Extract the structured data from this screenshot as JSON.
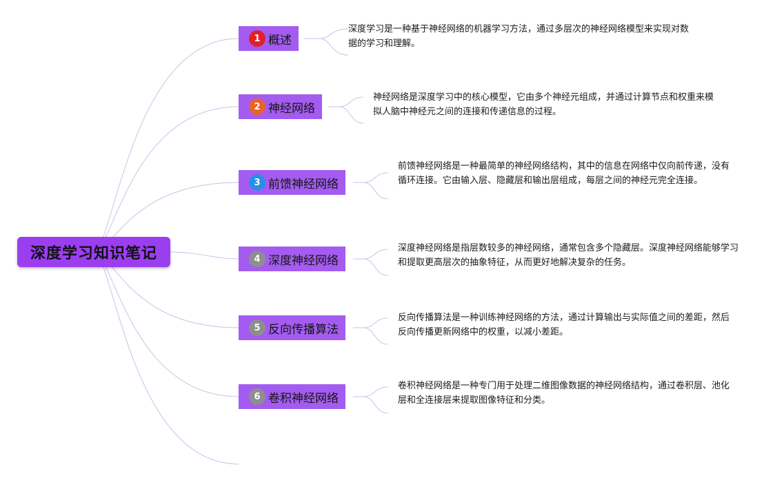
{
  "root": {
    "title": "深度学习知识笔记",
    "color": "#9b3ef0"
  },
  "connector_color": "#c9c2e6",
  "branches": [
    {
      "number": "1",
      "badge_color": "#e0202b",
      "label": "概述",
      "description": "深度学习是一种基于神经网络的机器学习方法，通过多层次的神经网络模型来实现对数据的学习和理解。"
    },
    {
      "number": "2",
      "badge_color": "#e8632a",
      "label": "神经网络",
      "description": "神经网络是深度学习中的核心模型，它由多个神经元组成，并通过计算节点和权重来模拟人脑中神经元之间的连接和传递信息的过程。"
    },
    {
      "number": "3",
      "badge_color": "#2b8de8",
      "label": "前馈神经网络",
      "description": "前馈神经网络是一种最简单的神经网络结构，其中的信息在网络中仅向前传递，没有循环连接。它由输入层、隐藏层和输出层组成，每层之间的神经元完全连接。"
    },
    {
      "number": "4",
      "badge_color": "#8e8e8e",
      "label": "深度神经网络",
      "description": "深度神经网络是指层数较多的神经网络，通常包含多个隐藏层。深度神经网络能够学习和提取更高层次的抽象特征，从而更好地解决复杂的任务。"
    },
    {
      "number": "5",
      "badge_color": "#8e8e8e",
      "label": "反向传播算法",
      "description": "反向传播算法是一种训练神经网络的方法，通过计算输出与实际值之间的差距，然后反向传播更新网络中的权重，以减小差距。"
    },
    {
      "number": "6",
      "badge_color": "#8e8e8e",
      "label": "卷积神经网络",
      "description": "卷积神经网络是一种专门用于处理二维图像数据的神经网络结构，通过卷积层、池化层和全连接层来提取图像特征和分类。"
    }
  ]
}
